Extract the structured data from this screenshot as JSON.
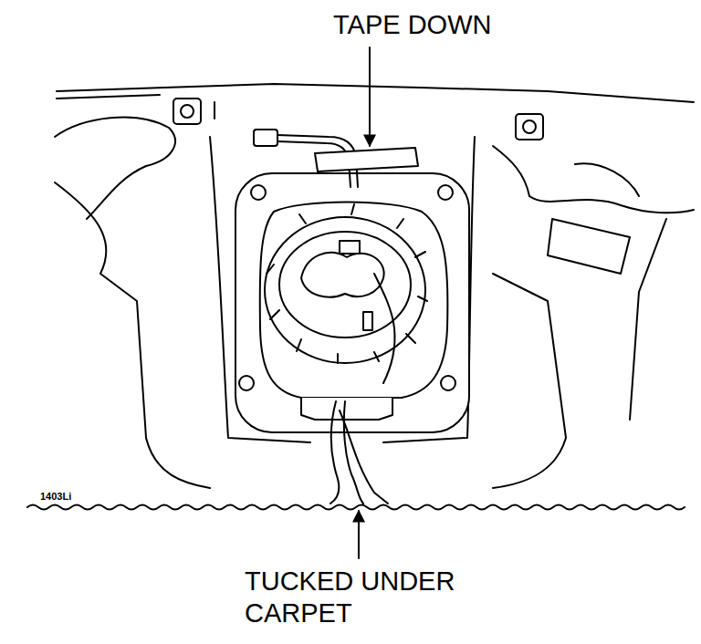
{
  "diagram": {
    "labels": [
      "TAPE DOWN",
      "TUCKED UNDER CARPET",
      "1403Li"
    ]
  }
}
